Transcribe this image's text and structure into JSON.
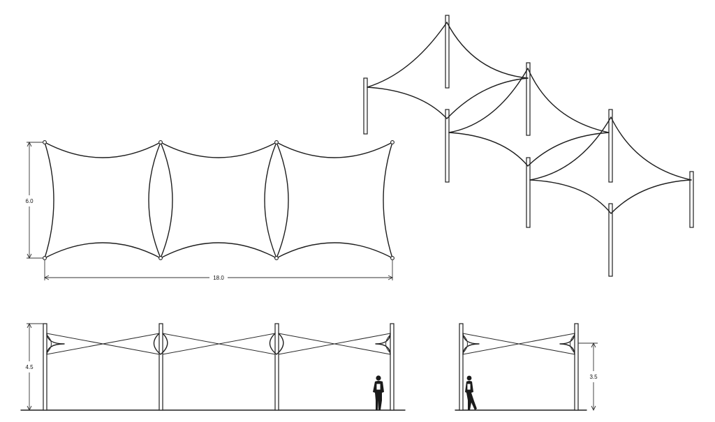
{
  "dimensions": {
    "plan_height": "6.0",
    "plan_length": "18.0",
    "elevation_main_height": "4.5",
    "elevation_small_height": "3.5"
  }
}
